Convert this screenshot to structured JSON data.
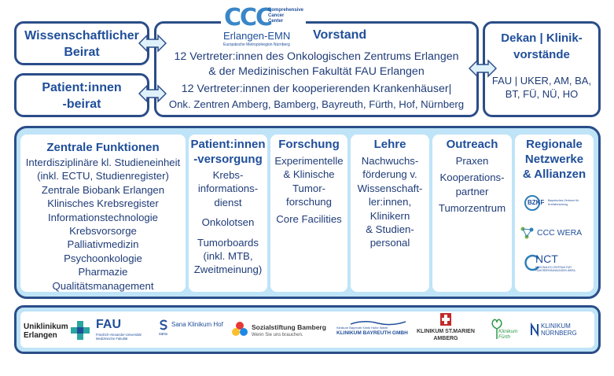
{
  "logo": {
    "ccc": "CCC",
    "ccc_sub": [
      "Comprehensive",
      "Cancer",
      "Center"
    ],
    "emn": "Erlangen-EMN",
    "emn_sub": "Europäische Metropolregion Nürnberg"
  },
  "beirat": {
    "line1": "Wissenschaftlicher",
    "line2": "Beirat"
  },
  "patient_beirat": {
    "line1": "Patient:innen",
    "line2": "-beirat"
  },
  "vorstand": {
    "title": "Vorstand",
    "line1": "12 Vertreter:innen des Onkologischen Zentrums Erlangen",
    "line2": "& der Medizinischen Fakultät FAU Erlangen",
    "line3": "12 Vertreter:innen der kooperierenden Krankenhäuser|",
    "line4": "Onk. Zentren Amberg, Bamberg, Bayreuth, Fürth, Hof, Nürnberg"
  },
  "dekan": {
    "title_line1": "Dekan | Klinik-",
    "title_line2": "vorstände",
    "line1": "FAU | UKER, AM, BA,",
    "line2": "BT, FÜ, NÜ, HO"
  },
  "columns": {
    "zentrale": {
      "title": "Zentrale Funktionen",
      "lines": [
        "Interdisziplinäre kl. Studieneinheit",
        "(inkl. ECTU, Studienregister)",
        "Zentrale Biobank Erlangen",
        "Klinisches Krebsregister",
        "Informationstechnologie",
        "Krebsvorsorge",
        "Palliativmedizin",
        "Psychoonkologie",
        "Pharmazie",
        "Qualitätsmanagement"
      ]
    },
    "patient": {
      "title_line1": "Patient:innen",
      "title_line2": "-versorgung",
      "lines": [
        "Krebs-",
        "informations-",
        "dienst",
        "",
        "Onkolotsen",
        "",
        "Tumorboards",
        "(inkl. MTB,",
        "Zweitmeinung)"
      ]
    },
    "forschung": {
      "title": "Forschung",
      "lines": [
        "Experimentelle",
        "& Klinische",
        "Tumor-",
        "forschung",
        "Core Facilities"
      ]
    },
    "lehre": {
      "title": "Lehre",
      "lines": [
        "Nachwuchs-",
        "förderung v.",
        "Wissenschaft-",
        "ler:innen,",
        "Klinikern",
        "& Studien-",
        "personal"
      ]
    },
    "outreach": {
      "title": "Outreach",
      "lines": [
        "Praxen",
        "Kooperations-",
        "partner",
        "Tumorzentrum"
      ]
    },
    "regionale": {
      "title_line1": "Regionale",
      "title_line2": "Netzwerke",
      "title_line3": "& Allianzen",
      "bzkf": "BZKF",
      "bzkf_sub": "Bayerisches Zentrum für Krebsforschung",
      "ccc_wera": "CCC WERA",
      "nct": "NCT",
      "nct_sub": "NATIONALES CENTRUM FÜR TUMORERKRANKUNGEN WERA"
    }
  },
  "partners": {
    "uniklinikum_line1": "Uniklinikum",
    "uniklinikum_line2": "Erlangen",
    "fau": "FAU",
    "fau_sub1": "Friedrich-Alexander-Universität",
    "fau_sub2": "Medizinische Fakultät",
    "sana": "Sana Klinikum Hof",
    "sana_small": "sana",
    "sozial": "Sozialstiftung Bamberg",
    "sozial_sub": "Wenn Sie uns brauchen.",
    "bayreuth_top": "Klinikum Bayreuth   Klinik Hohe Warte",
    "bayreuth": "KLINIKUM BAYREUTH GMBH",
    "amberg_line1": "KLINIKUM ST.MARIEN",
    "amberg_line2": "AMBERG",
    "fuerth_line1": "Klinikum",
    "fuerth_line2": "Fürth",
    "nuernberg_line1": "KLINIKUM",
    "nuernberg_line2": "NÜRNBERG"
  },
  "colors": {
    "border": "#2b4d88",
    "panel": "#bfe4f8",
    "title": "#1f4e9a",
    "arrow_fill": "#dff1fb"
  }
}
